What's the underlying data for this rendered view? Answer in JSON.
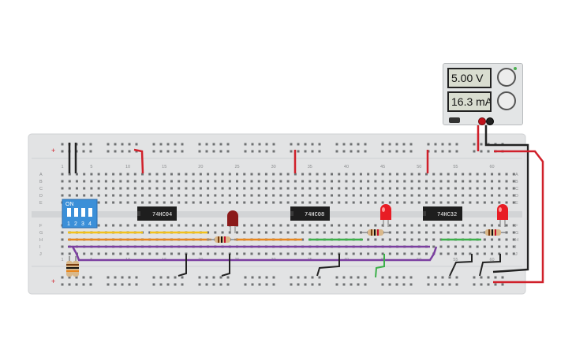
{
  "power_supply": {
    "voltage_display": "5.00 V",
    "current_display": "16.3 mA",
    "knob_voltage_icon": "knob-icon",
    "knob_current_icon": "knob-icon"
  },
  "breadboard": {
    "column_labels": [
      "1",
      "5",
      "10",
      "15",
      "20",
      "25",
      "30",
      "35",
      "40",
      "45",
      "50",
      "55",
      "60"
    ],
    "row_labels_top": [
      "A",
      "B",
      "C",
      "D",
      "E"
    ],
    "row_labels_bottom": [
      "F",
      "G",
      "H",
      "I",
      "J"
    ],
    "rail_plus": "+",
    "rail_minus": "-"
  },
  "dip_switch": {
    "on_label": "ON",
    "switch_labels": [
      "1",
      "2",
      "3",
      "4"
    ]
  },
  "chips": [
    {
      "label": "74HC04"
    },
    {
      "label": "74HC08"
    },
    {
      "label": "74HC32"
    }
  ],
  "colors": {
    "board": "#e2e3e4",
    "wire_red": "#d0202a",
    "wire_black": "#222222",
    "wire_yellow": "#f2c21b",
    "wire_orange": "#e8871e",
    "wire_green": "#3cb04a",
    "wire_purple": "#7b3fa0",
    "dip_blue": "#3b8fd8",
    "chip_black": "#1e1e1e"
  }
}
